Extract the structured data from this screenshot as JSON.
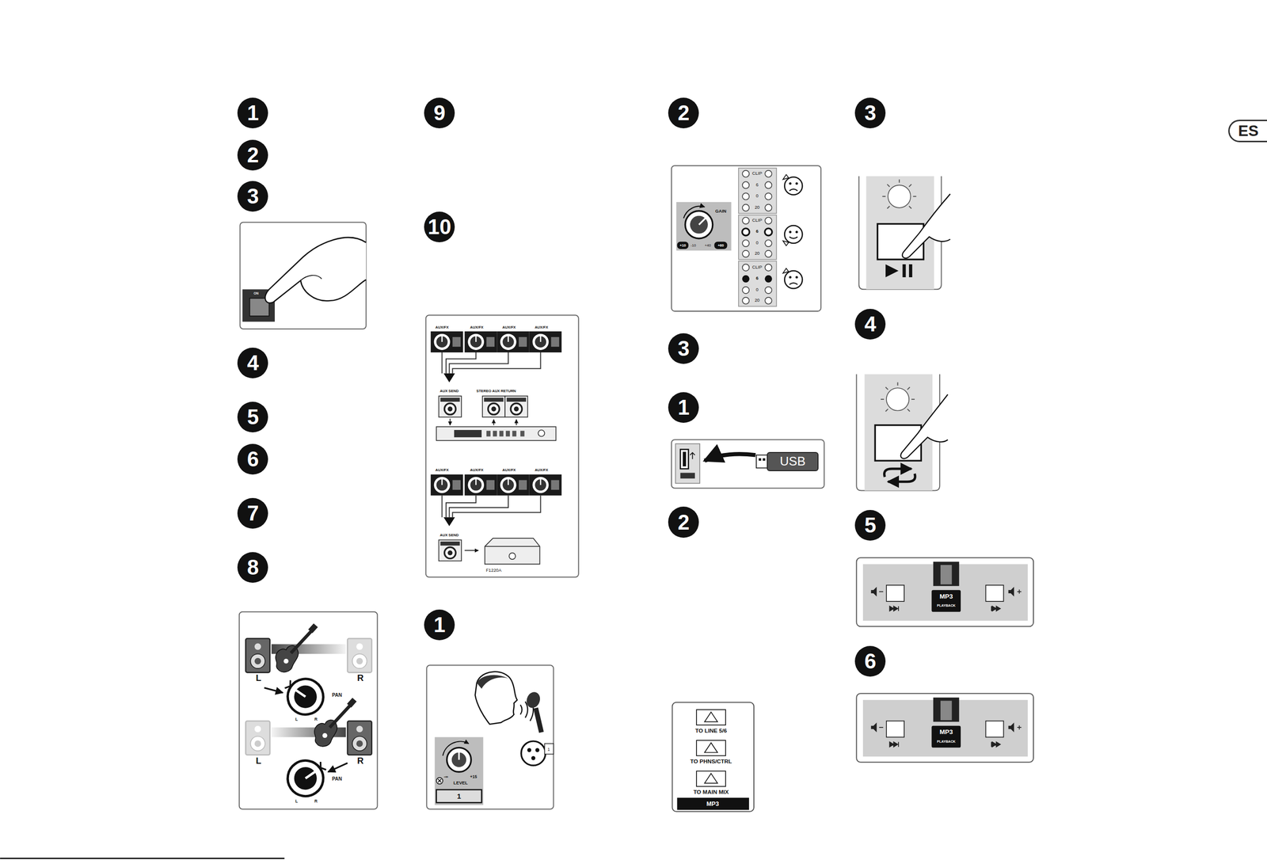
{
  "diagram": {
    "nodes": [
      {
        "text": [
          "1"
        ]
      },
      {
        "text": [
          "2"
        ]
      },
      {
        "text": [
          "3"
        ]
      },
      {
        "text": [
          "4"
        ]
      },
      {
        "text": [
          "5"
        ]
      },
      {
        "text": [
          "6"
        ]
      },
      {
        "text": [
          "7"
        ]
      },
      {
        "text": [
          "8"
        ]
      },
      {
        "text": [
          "9"
        ]
      },
      {
        "text": [
          "10"
        ]
      },
      {
        "text": [
          "1"
        ]
      },
      {
        "text": [
          "2"
        ]
      },
      {
        "text": [
          "3"
        ]
      },
      {
        "text": [
          "1"
        ]
      },
      {
        "text": [
          "USB"
        ]
      },
      {
        "text": [
          "2"
        ]
      },
      {
        "text": [
          "3"
        ]
      },
      {
        "text": [
          "4"
        ]
      },
      {
        "text": [
          "5"
        ]
      },
      {
        "text": [
          "6"
        ]
      },
      {
        "text": [
          "ES"
        ]
      }
    ],
    "labels": [
      "ON",
      "CLIP",
      "6",
      "0",
      "20",
      "CLIP",
      "6",
      "0",
      "20",
      "CLIP",
      "6",
      "0",
      "20",
      "GAIN",
      "+10",
      "-10",
      "+40",
      "+60",
      "AUX/FX",
      "AUX/FX",
      "AUX/FX",
      "AUX/FX",
      "AUX SEND",
      "STEREO AUX RETURN",
      "AUX/FX",
      "AUX/FX",
      "AUX/FX",
      "AUX/FX",
      "AUX SEND",
      "F1220A",
      "-∞",
      "+15",
      "LEVEL",
      "1",
      "1",
      "L",
      "R",
      "PAN",
      "L",
      "R",
      "L",
      "R",
      "PAN",
      "L",
      "R",
      "TO LINE 5/6",
      "TO PHNS/CTRL",
      "TO MAIN MIX",
      "MP3",
      "MP3",
      "PLAYBACK",
      "MP3",
      "PLAYBACK"
    ]
  }
}
